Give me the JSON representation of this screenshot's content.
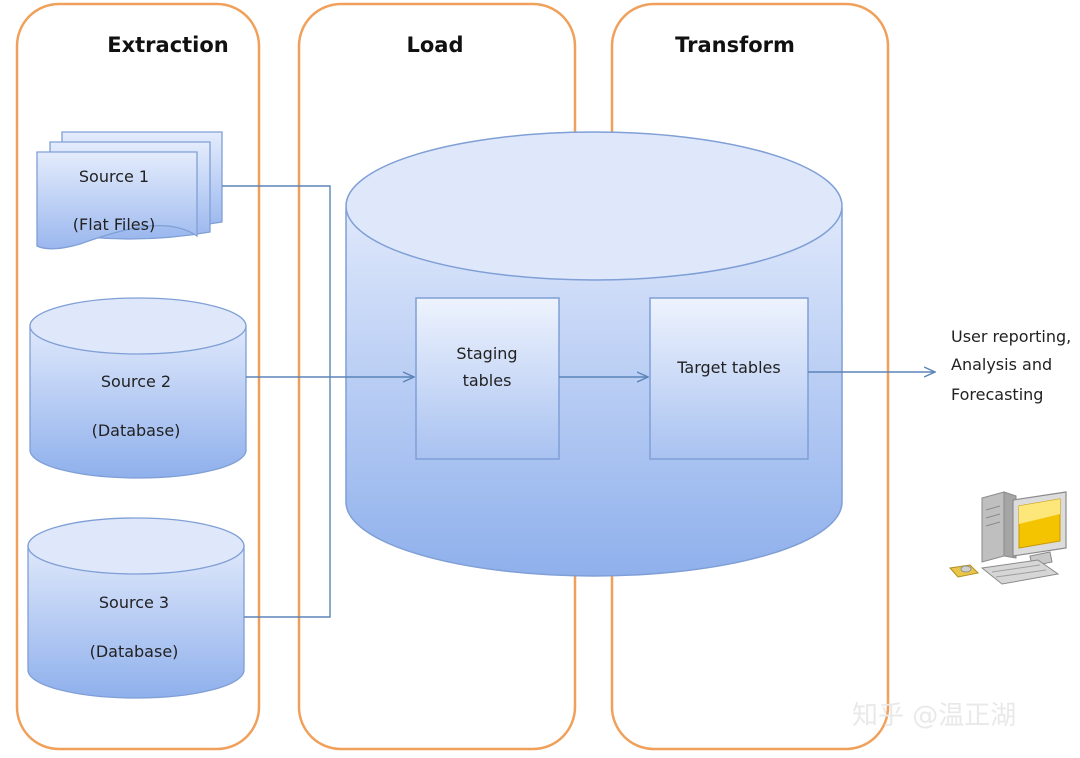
{
  "lanes": [
    {
      "title": "Extraction"
    },
    {
      "title": "Load"
    },
    {
      "title": "Transform"
    }
  ],
  "sources": [
    {
      "name": "Source 1",
      "type": "(Flat Files)"
    },
    {
      "name": "Source 2",
      "type": "(Database)"
    },
    {
      "name": "Source 3",
      "type": "(Database)"
    }
  ],
  "staging": {
    "line1": "Staging",
    "line2": "tables"
  },
  "target": {
    "label": "Target tables"
  },
  "output": {
    "line1": "User reporting,",
    "line2": "Analysis and",
    "line3": "Forecasting"
  },
  "watermark": {
    "text": "知乎 @温正湖"
  },
  "colors": {
    "lane_border": "#f0a05a",
    "shape_light": "#dfe8fb",
    "shape_dark": "#8fb0ec",
    "shape_stroke": "#7f9fd6",
    "connector": "#5b84b8"
  }
}
